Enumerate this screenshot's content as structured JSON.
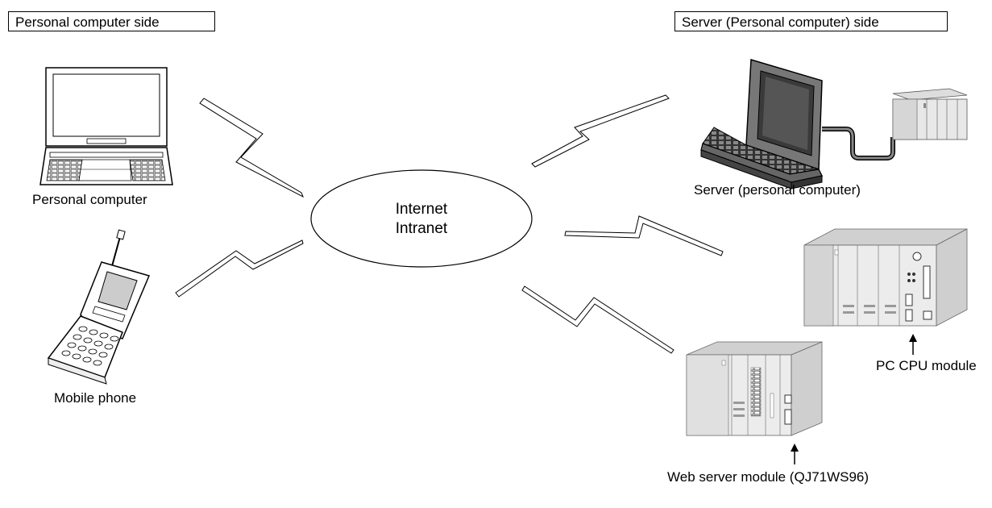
{
  "headers": {
    "left": "Personal computer side",
    "right": "Server (Personal computer) side"
  },
  "network": {
    "line1": "Internet",
    "line2": "Intranet"
  },
  "devices": {
    "pc": "Personal computer",
    "mobile": "Mobile phone",
    "server": "Server (personal computer)",
    "pc_cpu": "PC CPU module",
    "web_server": "Web server module (QJ71WS96)"
  }
}
